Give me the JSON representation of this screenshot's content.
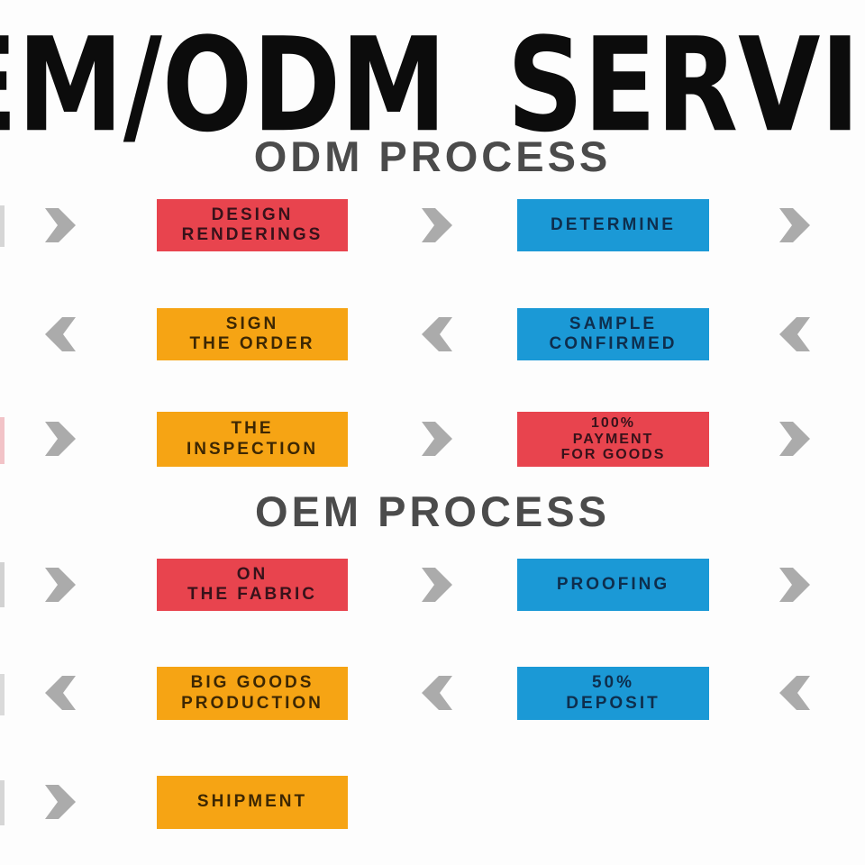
{
  "title": "OEM/ODM SERVICE",
  "headings": {
    "odm": "ODM PROCESS",
    "oem": "OEM PROCESS"
  },
  "palette": {
    "red_box": "#E8444E",
    "orange_box": "#F6A414",
    "blue_box": "#1B99D6",
    "arrow_gray": "#ABABAB",
    "heading_gray": "#4B4B4B",
    "title_black": "#0C0C0C",
    "background": "#FDFDFD"
  },
  "rows": [
    {
      "arrows": {
        "outer_left": "right",
        "middle": "right",
        "outer_right": "right"
      },
      "boxes": [
        {
          "label": "DESIGN\nRENDERINGS",
          "color": "red"
        },
        {
          "label": "DETERMINE",
          "color": "blue"
        }
      ]
    },
    {
      "arrows": {
        "outer_left": "left",
        "middle": "left",
        "outer_right": "left"
      },
      "boxes": [
        {
          "label": "SIGN\nTHE ORDER",
          "color": "orange"
        },
        {
          "label": "SAMPLE\nCONFIRMED",
          "color": "blue"
        }
      ]
    },
    {
      "arrows": {
        "outer_left": "right",
        "middle": "right",
        "outer_right": "right"
      },
      "boxes": [
        {
          "label": "THE\nINSPECTION",
          "color": "orange"
        },
        {
          "label": "100%\nPAYMENT\nFOR GOODS",
          "color": "red"
        }
      ]
    },
    {
      "arrows": {
        "outer_left": "right",
        "middle": "right",
        "outer_right": "right"
      },
      "boxes": [
        {
          "label": "ON\nTHE FABRIC",
          "color": "red"
        },
        {
          "label": "PROOFING",
          "color": "blue"
        }
      ]
    },
    {
      "arrows": {
        "outer_left": "left",
        "middle": "left",
        "outer_right": "left"
      },
      "boxes": [
        {
          "label": "BIG GOODS\nPRODUCTION",
          "color": "orange"
        },
        {
          "label": "50%\nDEPOSIT",
          "color": "blue"
        }
      ]
    },
    {
      "arrows": {
        "outer_left": "right"
      },
      "boxes": [
        {
          "label": "SHIPMENT",
          "color": "orange"
        }
      ]
    }
  ]
}
